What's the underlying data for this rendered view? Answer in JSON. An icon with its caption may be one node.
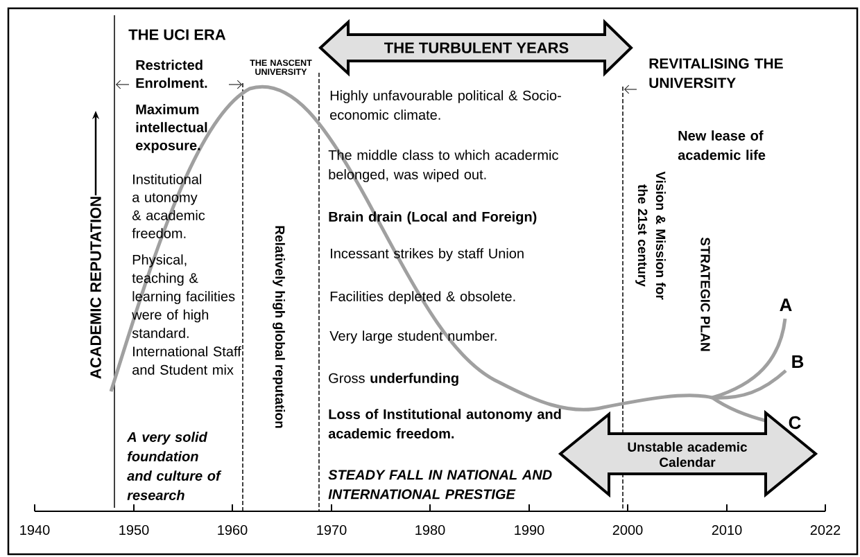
{
  "diagram": {
    "nodes": [
      {
        "text": [
          "THE TURBULENT YEARS"
        ]
      },
      {
        "text": [
          "Unstable academic Calendar"
        ]
      }
    ],
    "labels": [
      "THE UCI ERA",
      "Restricted Enrolment.",
      "THE NASCENT UNIVERSITY",
      "REVITALISING THE UNIVERSITY",
      "Maximum intellectual exposure.",
      "Highly unfavourable political & Socio-economic climate.",
      "New lease of academic life",
      "The middle class to which acadermic belonged, was wiped out.",
      "Institutional a utonomy & academic freedom.",
      "ACADEMIC REPUTATION",
      "Relatively high global reputation",
      "Vision & Mission for the 21st century",
      "STRATEGIC PLAN",
      "Brain drain (Local and Foreign)",
      "Incessant strikes by staff Union",
      "Physical, teaching & learning facilities were of high standard. International Staff and Student mix",
      "Facilities depleted & obsolete.",
      "Very large student number.",
      "A",
      "B",
      "Gross **underfunding**",
      "C",
      "Loss of Institutional autonomy and academic freedom.",
      "A very solid foundation and culture of research",
      "STEADY FALL IN NATIONAL AND INTERNATIONAL PRESTIGE",
      "1940",
      "1950",
      "1960",
      "1970",
      "1980",
      "1990",
      "2000",
      "2010",
      "2022"
    ]
  }
}
